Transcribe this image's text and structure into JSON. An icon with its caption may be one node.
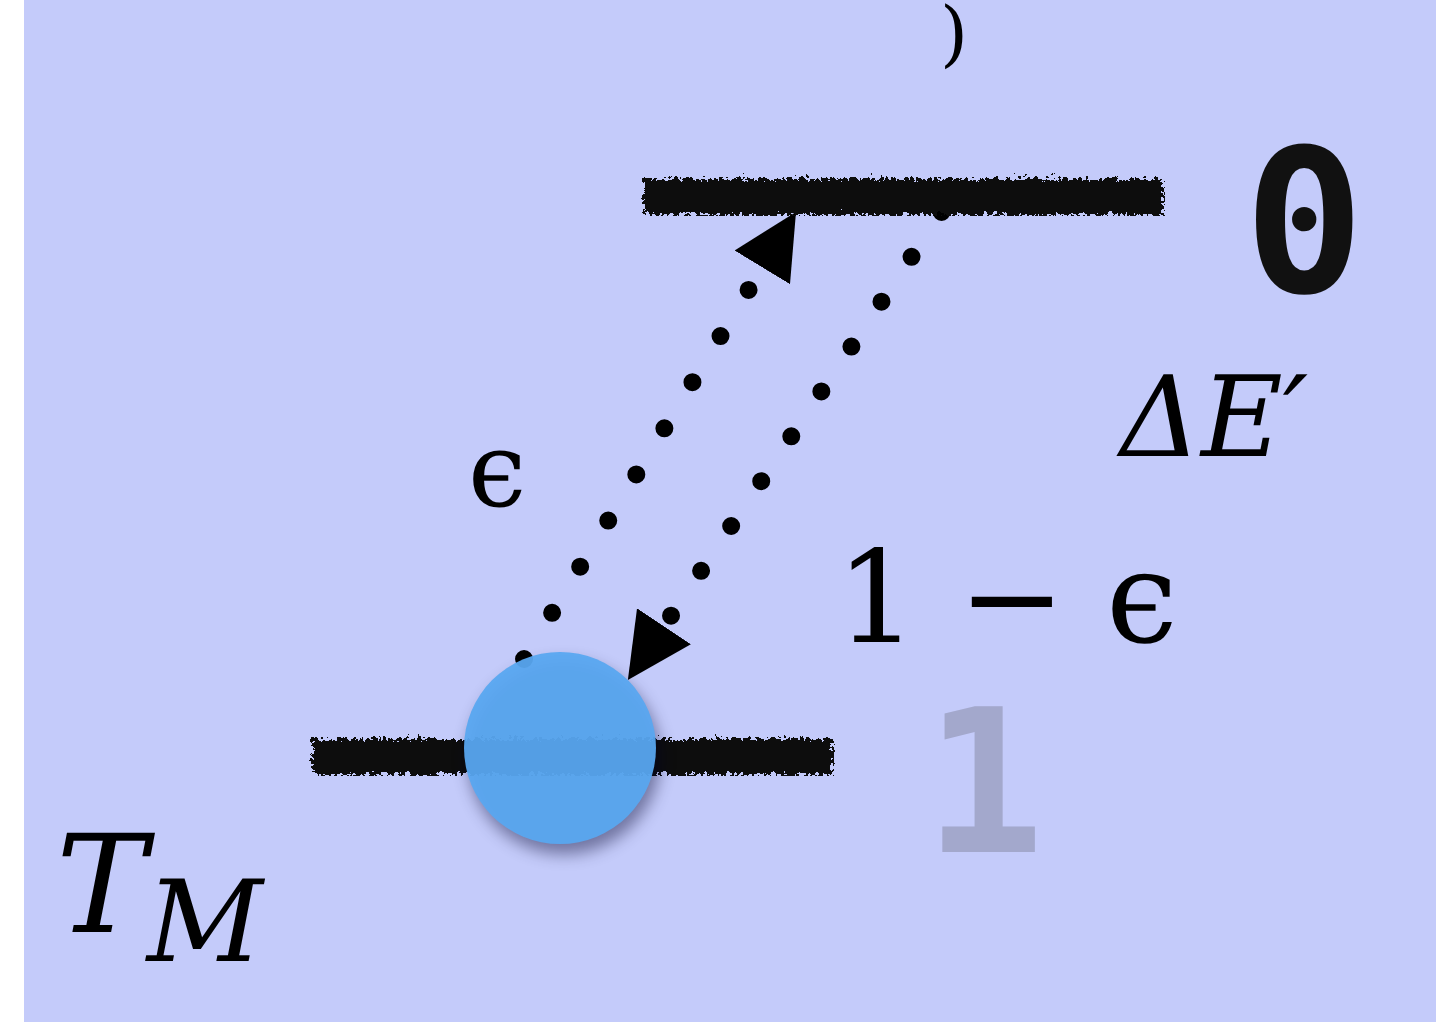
{
  "diagram": {
    "nodes": [
      {
        "text": [],
        "shape": "bar",
        "beside": [
          "0"
        ]
      },
      {
        "text": [],
        "shape": "bar",
        "beside": [
          "1"
        ]
      },
      {
        "text": [],
        "shape": "circle"
      }
    ],
    "edges": [
      {
        "from": 2,
        "to": 0,
        "arrow": "to",
        "label": "ϵ",
        "style": "dashed"
      },
      {
        "from": 0,
        "to": 2,
        "arrow": "to",
        "label": "1 − ϵ",
        "style": "dashed"
      }
    ],
    "labels": [
      ")",
      "ΔE′",
      "T$_{M}$"
    ]
  }
}
